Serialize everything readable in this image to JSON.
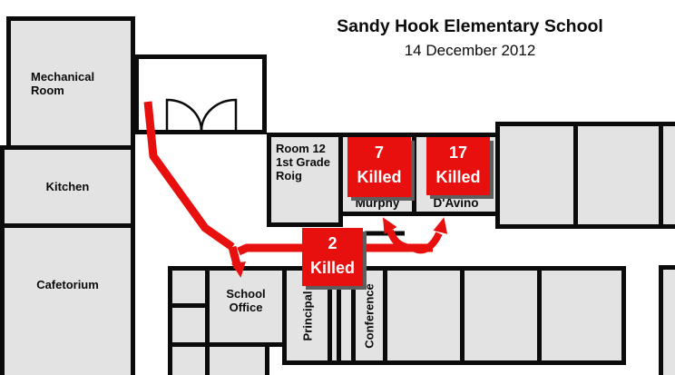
{
  "header": {
    "title": "Sandy Hook Elementary School",
    "subtitle": "14 December 2012"
  },
  "rooms": {
    "mechanical_room": {
      "label": "Mechanical\nRoom"
    },
    "kitchen": {
      "label": "Kitchen"
    },
    "cafetorium": {
      "label": "Cafetorium"
    },
    "room_12": {
      "label": "Room 12\n1st Grade\nRoig"
    },
    "murphy": {
      "label": "Murphy"
    },
    "davino": {
      "label": "D'Avino"
    },
    "school_office": {
      "label": "School\nOffice"
    },
    "principal": {
      "label": "Principal"
    },
    "conference": {
      "label": "Conference"
    }
  },
  "casualty_markers": {
    "murphy_room": {
      "count": "7",
      "label": "Killed",
      "placement": "inside Murphy room"
    },
    "davino_room": {
      "count": "17",
      "label": "Killed",
      "placement": "inside D'Avino room"
    },
    "office_hallway": {
      "count": "2",
      "label": "Killed",
      "placement": "hallway above School Office"
    }
  },
  "colors": {
    "marker_red": "#e8100f",
    "room_fill": "#e3e3e4",
    "wall_black": "#0b0b0b",
    "shadow_gray": "#5e5e5e"
  }
}
